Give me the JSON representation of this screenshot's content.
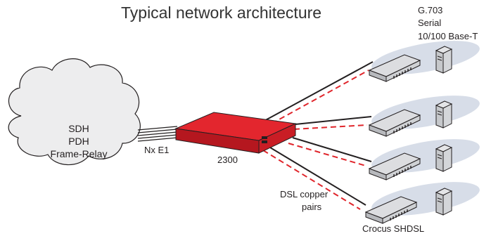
{
  "title": "Typical network architecture",
  "interfaces": [
    "G.703",
    "Serial",
    "10/100 Base-T"
  ],
  "cloud": {
    "lines": [
      "SDH",
      "PDH",
      "Frame-Relay"
    ],
    "icon": "cloud-icon"
  },
  "trunk_label": "Nx E1",
  "central_device": {
    "label": "2300",
    "icon": "router-icon",
    "color": "#d4212b"
  },
  "copper_label": [
    "DSL copper",
    "pairs"
  ],
  "remote_label": "Crocus SHDSL",
  "remote_sites": [
    {
      "modem_icon": "modem-icon",
      "pc_icon": "computer-icon"
    },
    {
      "modem_icon": "modem-icon",
      "pc_icon": "computer-icon"
    },
    {
      "modem_icon": "modem-icon",
      "pc_icon": "computer-icon"
    },
    {
      "modem_icon": "modem-icon",
      "pc_icon": "computer-icon"
    }
  ],
  "colors": {
    "dsl_link": "#e0252b",
    "ethernet_link": "#231f20",
    "shadow": "#d7dde8"
  }
}
